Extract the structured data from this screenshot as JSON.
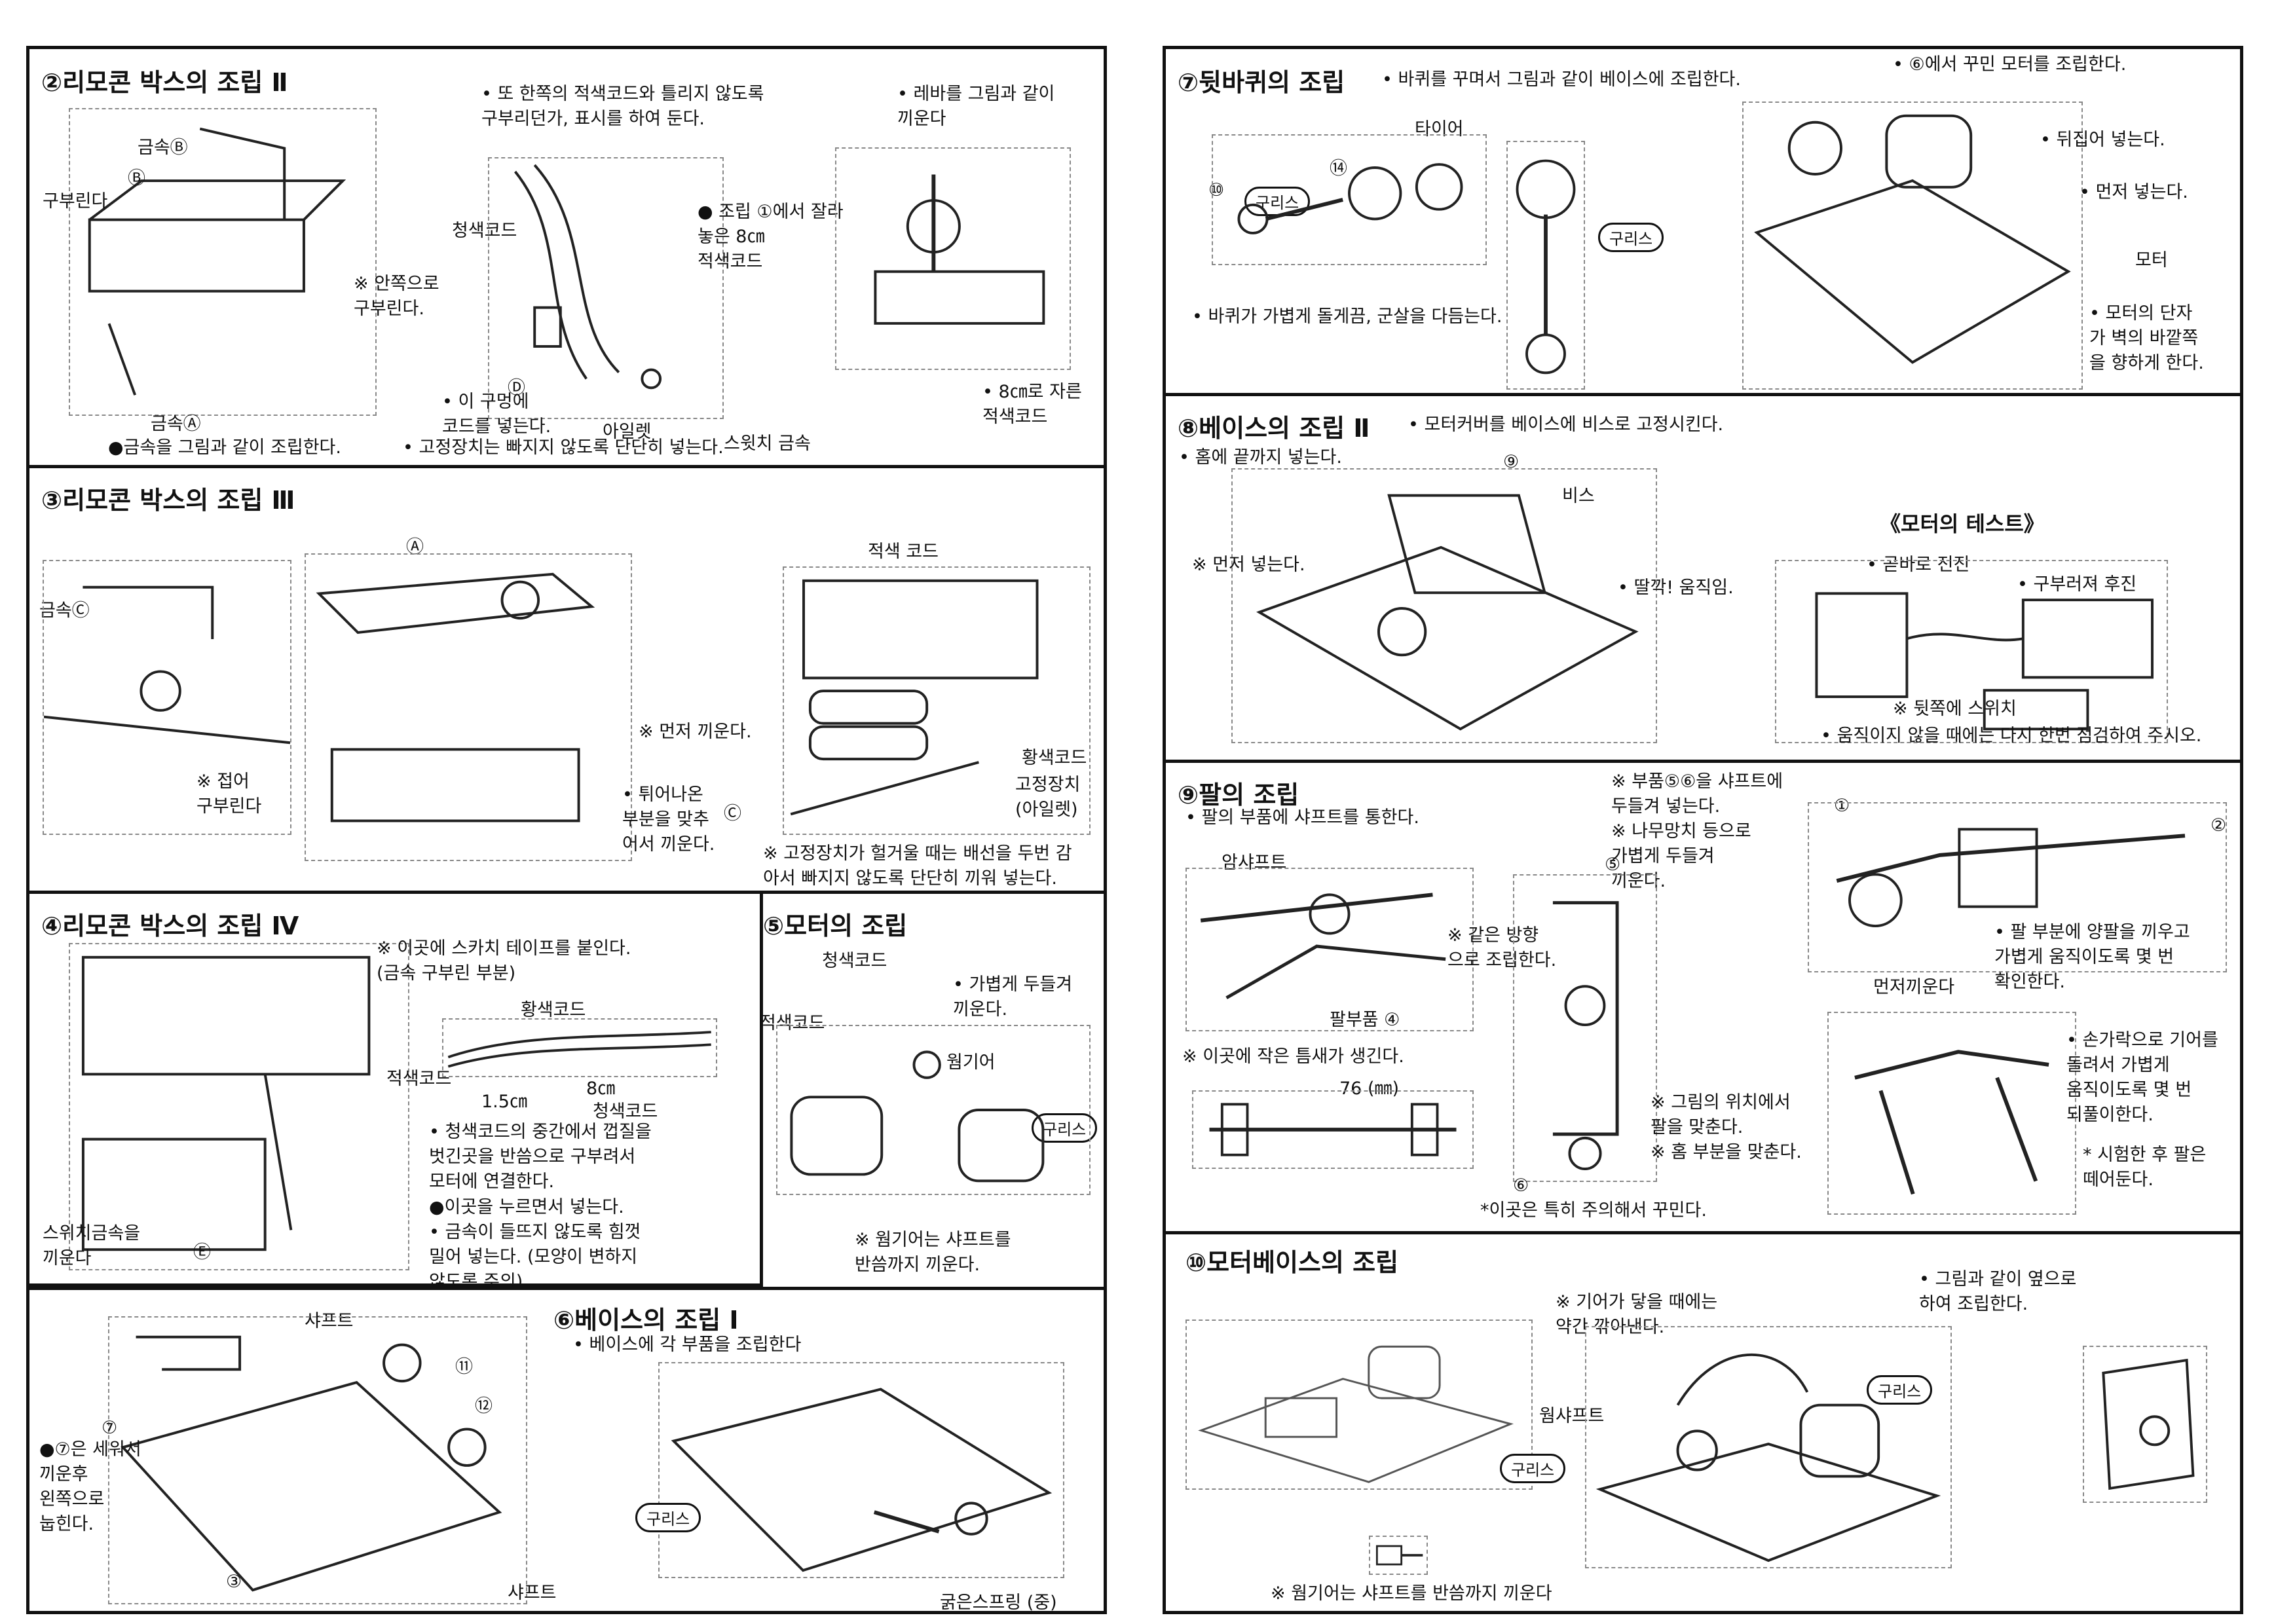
{
  "left": {
    "s2": {
      "title": "②리모콘 박스의 조립 Ⅱ",
      "labels": [
        "금속Ⓑ",
        "Ⓑ",
        "구부린다",
        "※ 안쪽으로\n구부린다.",
        "금속Ⓐ",
        "청색코드",
        "Ⓓ",
        "아일렛",
        "스윗치 금속"
      ],
      "notes": [
        "• 또 한쪽의 적색코드와 틀리지 않도록\n구부리던가, 표시를 하여 둔다.",
        "• 레바를 그림과 같이\n끼운다",
        "● 조립 ①에서 잘라\n놓은 8㎝\n적색코드",
        "• 이 구멍에\n코드를 넣는다.",
        "• 8㎝로 자른\n적색코드",
        "●금속을 그림과 같이 조립한다.",
        "• 고정장치는 빠지지 않도록 단단히 넣는다."
      ]
    },
    "s3": {
      "title": "③리모콘 박스의 조립 Ⅲ",
      "labels": [
        "금속Ⓒ",
        "Ⓐ",
        "※ 접어\n구부린다",
        "적색 코드",
        "※ 먼저 끼운다.",
        "Ⓒ",
        "황색코드",
        "고정장치\n(아일렛)"
      ],
      "notes": [
        "• 튀어나온\n부분을 맞추\n어서 끼운다.",
        "※ 고정장치가 헐거울 때는 배선을 두번 감\n아서 빠지지 않도록 단단히 끼워 넣는다."
      ]
    },
    "s4": {
      "title": "④리모콘 박스의 조립 Ⅳ",
      "labels": [
        "※ 이곳에 스카치 테이프를 붙인다.\n(금속 구부린 부분)",
        "황색코드",
        "적색코드",
        "1.5㎝",
        "8㎝",
        "청색코드",
        "스위치금속을\n끼운다",
        "Ⓔ"
      ],
      "notes": [
        "• 청색코드의 중간에서 껍질을\n벗긴곳을 반씀으로 구부려서\n모터에 연결한다.",
        "●이곳을 누르면서 넣는다.\n• 금속이 들뜨지 않도록 힘껏\n밀어 넣는다. (모양이 변하지\n않도록 주의)"
      ]
    },
    "s5": {
      "title": "⑤모터의 조립",
      "labels": [
        "청색코드",
        "적색코드",
        "웜기어",
        "구리스"
      ],
      "notes": [
        "• 가볍게 두들겨\n끼운다.",
        "※ 웜기어는 샤프트를\n반씀까지 끼운다."
      ]
    },
    "s6": {
      "title": "⑥베이스의 조립 Ⅰ",
      "labels": [
        "샤프트",
        "⑪",
        "⑫",
        "⑦",
        "③",
        "샤프트",
        "구리스",
        "굵은스프링 (중)"
      ],
      "notes": [
        "• 베이스에 각 부품을 조립한다",
        "●⑦은 세워서\n끼운후\n왼쪽으로\n눕힌다."
      ]
    }
  },
  "right": {
    "s7": {
      "title": "⑦뒷바퀴의 조립",
      "labels": [
        "타이어",
        "⑩",
        "⑭",
        "구리스",
        "구리스",
        "모터"
      ],
      "notes": [
        "• 바퀴를 꾸며서 그림과 같이 베이스에 조립한다.",
        "• ⑥에서 꾸민 모터를 조립한다.",
        "• 뒤집어 넣는다.",
        "• 먼저 넣는다.",
        "• 바퀴가 가볍게 돌게끔, 군살을 다듬는다.",
        "• 모터의 단자\n가 벽의 바깥쪽\n을 향하게 한다."
      ]
    },
    "s8": {
      "title": "⑧베이스의 조립 Ⅱ",
      "labels": [
        "⑨",
        "비스",
        "※ 먼저 넣는다.",
        "• 딸깍! 움직임."
      ],
      "notes": [
        "• 모터커버를 베이스에 비스로 고정시킨다.",
        "• 홈에 끝까지 넣는다."
      ],
      "test": {
        "title": "《모터의 테스트》",
        "labels": [
          "• 곧바로 전진",
          "• 구부러져 후진",
          "※ 뒷쪽에 스위치"
        ],
        "note": "• 움직이지 않을 때에는 다시 한번 점검하여 주시오."
      }
    },
    "s9": {
      "title": "⑨팔의 조립",
      "labels": [
        "암샤프트",
        "팔부품 ④",
        "⑤",
        "①",
        "②",
        "먼저끼운다",
        "⑥",
        "76 (㎜)"
      ],
      "notes": [
        "• 팔의 부품에 샤프트를 통한다.",
        "※ 부품⑤⑥을 샤프트에\n두들겨 넣는다.\n※ 나무망치 등으로\n가볍게 두들겨\n끼운다.",
        "※ 같은 방향\n으로 조립한다.",
        "※ 이곳에 작은 틈새가 생긴다.",
        "※ 그림의 위치에서\n팔을 맞춘다.\n※ 홈 부분을 맞춘다.",
        "*이곳은 특히 주의해서 꾸민다.",
        "• 팔 부분에 양팔을 끼우고\n가볍게 움직이도록 몇 번\n확인한다.",
        "• 손가락으로 기어를\n돌려서 가볍게\n움직이도록 몇 번\n되풀이한다.",
        "* 시험한 후 팔은\n떼어둔다."
      ]
    },
    "s10": {
      "title": "⑩모터베이스의 조립",
      "labels": [
        "웜샤프트",
        "구리스",
        "구리스"
      ],
      "notes": [
        "※ 기어가 닿을 때에는\n약간 깎아낸다.",
        "• 그림과 같이 옆으로\n하여 조립한다.",
        "※ 웜기어는 샤프트를 반씀까지 끼운다"
      ]
    }
  }
}
